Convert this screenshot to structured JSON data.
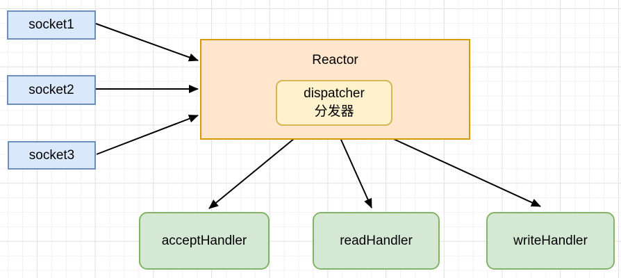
{
  "diagram_type": "reactor-pattern-flow",
  "colors": {
    "socket_fill": "#DAE8FC",
    "socket_border": "#6C8EBF",
    "reactor_fill": "#FFE6CC",
    "reactor_border": "#D79B00",
    "dispatcher_fill": "#FFF2CC",
    "dispatcher_border": "#D6B656",
    "handler_fill": "#D5E8D4",
    "handler_border": "#82B366",
    "arrow": "#000000",
    "grid_line": "#e2e2e2",
    "background": "#ffffff"
  },
  "nodes": {
    "socket1": {
      "label": "socket1"
    },
    "socket2": {
      "label": "socket2"
    },
    "socket3": {
      "label": "socket3"
    },
    "reactor": {
      "label": "Reactor"
    },
    "dispatcher": {
      "label_en": "dispatcher",
      "label_zh": "分发器"
    },
    "accept_handler": {
      "label": "acceptHandler"
    },
    "read_handler": {
      "label": "readHandler"
    },
    "write_handler": {
      "label": "writeHandler"
    }
  },
  "edges": [
    {
      "from": "socket1",
      "to": "Reactor"
    },
    {
      "from": "socket2",
      "to": "Reactor"
    },
    {
      "from": "socket3",
      "to": "Reactor"
    },
    {
      "from": "dispatcher",
      "to": "acceptHandler"
    },
    {
      "from": "dispatcher",
      "to": "readHandler"
    },
    {
      "from": "dispatcher",
      "to": "writeHandler"
    }
  ]
}
